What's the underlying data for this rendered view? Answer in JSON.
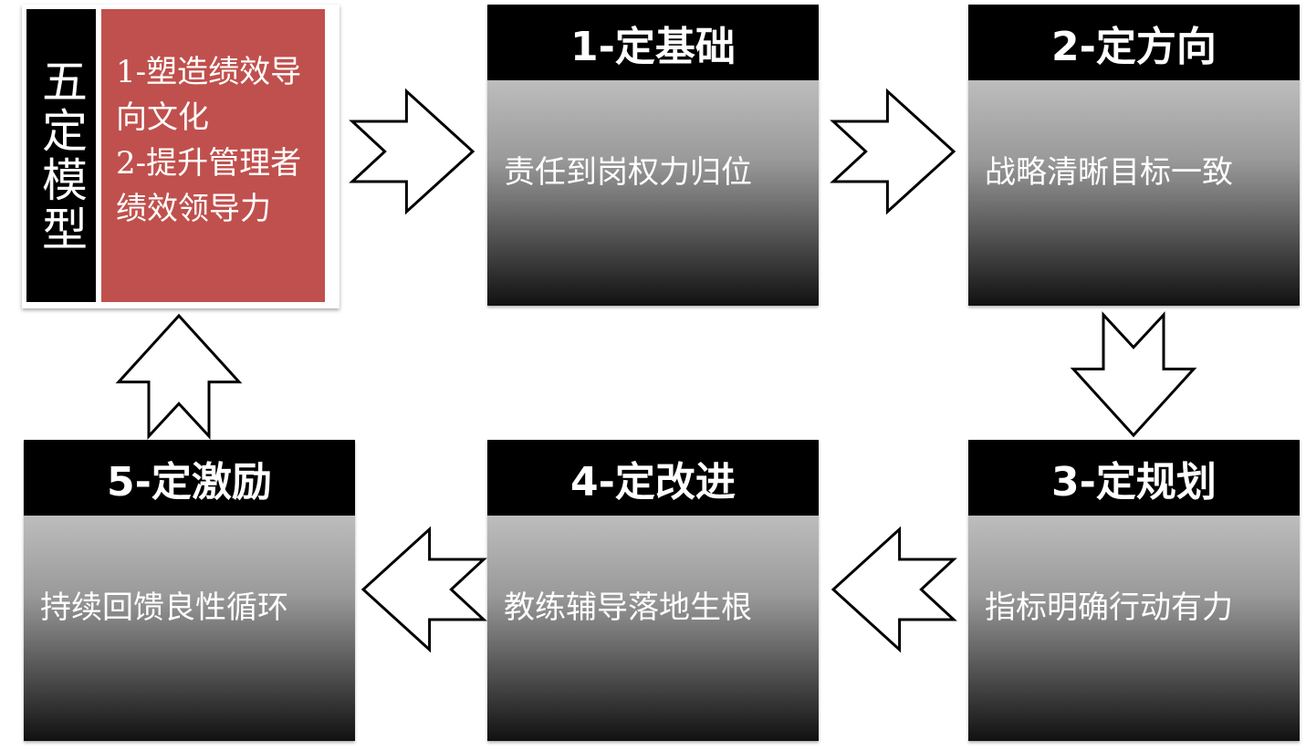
{
  "model": {
    "title": "五定模型",
    "goals": [
      "1-塑造绩效导向文化",
      "2-提升管理者绩效领导力"
    ]
  },
  "steps": [
    {
      "title": "1-定基础",
      "text": "责任到岗权力归位"
    },
    {
      "title": "2-定方向",
      "text": "战略清晰目标一致"
    },
    {
      "title": "3-定规划",
      "text": "指标明确行动有力"
    },
    {
      "title": "4-定改进",
      "text": "教练辅导落地生根"
    },
    {
      "title": "5-定激励",
      "text": "持续回馈良性循环"
    }
  ],
  "colors": {
    "accent": "#c0504d",
    "header": "#000000"
  }
}
